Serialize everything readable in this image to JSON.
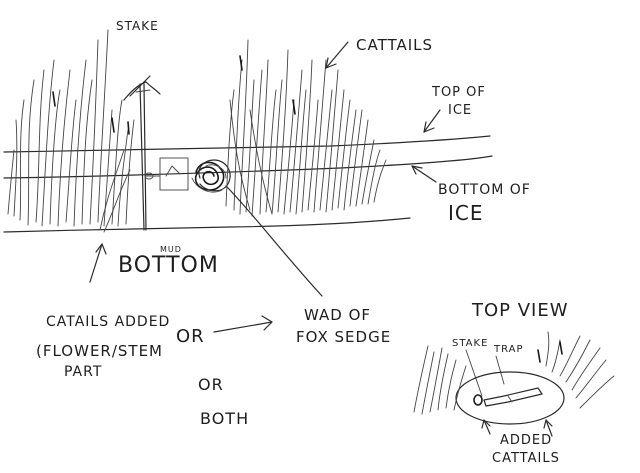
{
  "labels": {
    "stake": "STAKE",
    "cattails": "CATTAILS",
    "top_of_ice_1": "TOP OF",
    "top_of_ice_2": "ICE",
    "bottom_of_ice_1": "BOTTOM OF",
    "bottom_of_ice_2": "ICE",
    "mud": "MUD",
    "bottom": "BOTTOM",
    "catails_added_1": "CATAILS ADDED",
    "catails_added_2": "(FLOWER/STEM",
    "catails_added_3": "PART",
    "or_1": "OR",
    "or_2": "OR",
    "both": "BOTH",
    "wad_of_1": "WAD OF",
    "wad_of_2": "FOX SEDGE",
    "top_view": "TOP VIEW",
    "stake_top": "STAKE",
    "trap_top": "TRAP",
    "added_1": "ADDED",
    "added_2": "CATTAILS"
  },
  "colors": {
    "ink": "#2b2b2b",
    "paper": "#ffffff"
  }
}
